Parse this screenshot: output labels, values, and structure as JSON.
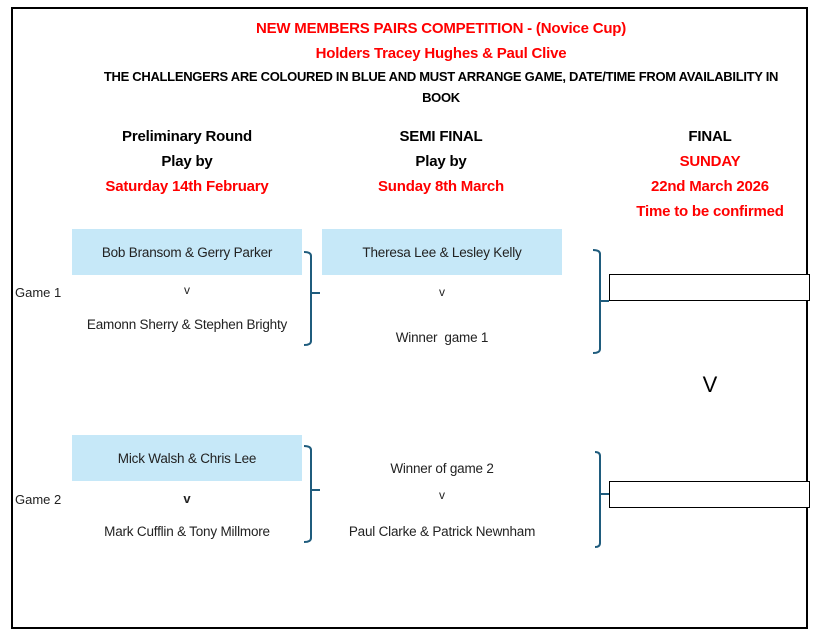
{
  "header": {
    "title": "NEW MEMBERS PAIRS COMPETITION - (Novice Cup)",
    "holders": "Holders Tracey Hughes & Paul Clive",
    "notice_line1": "THE CHALLENGERS ARE COLOURED IN BLUE AND MUST ARRANGE GAME, DATE/TIME FROM AVAILABILITY IN",
    "notice_line2": "BOOK"
  },
  "rounds": [
    {
      "name": "Preliminary Round",
      "play_by": "Play by",
      "date": "Saturday 14th February"
    },
    {
      "name": "SEMI FINAL",
      "play_by": "Play by",
      "date": "Sunday 8th March"
    },
    {
      "name": "FINAL",
      "day": "SUNDAY",
      "date": "22nd March 2026",
      "note": "Time to be confirmed"
    }
  ],
  "preliminary": [
    {
      "label": "Game 1",
      "challenger": "Bob Bransom & Gerry Parker",
      "vs": "v",
      "opponent": "Eamonn Sherry & Stephen Brighty"
    },
    {
      "label": "Game 2",
      "challenger": "Mick Walsh & Chris Lee",
      "vs": "v",
      "opponent": "Mark Cufflin & Tony Millmore"
    }
  ],
  "semi_final": [
    {
      "top": "Theresa Lee & Lesley Kelly",
      "vs": "v",
      "bottom": "Winner  game 1"
    },
    {
      "top": "Winner of game 2",
      "vs": "v",
      "bottom": "Paul Clarke & Patrick Newnham"
    }
  ],
  "final": {
    "vs": "V",
    "slot1": "",
    "slot2": ""
  },
  "colors": {
    "title_red": "#ff0000",
    "challenger_blue": "#c6e8f8",
    "bracket": "#1f5c7d"
  }
}
